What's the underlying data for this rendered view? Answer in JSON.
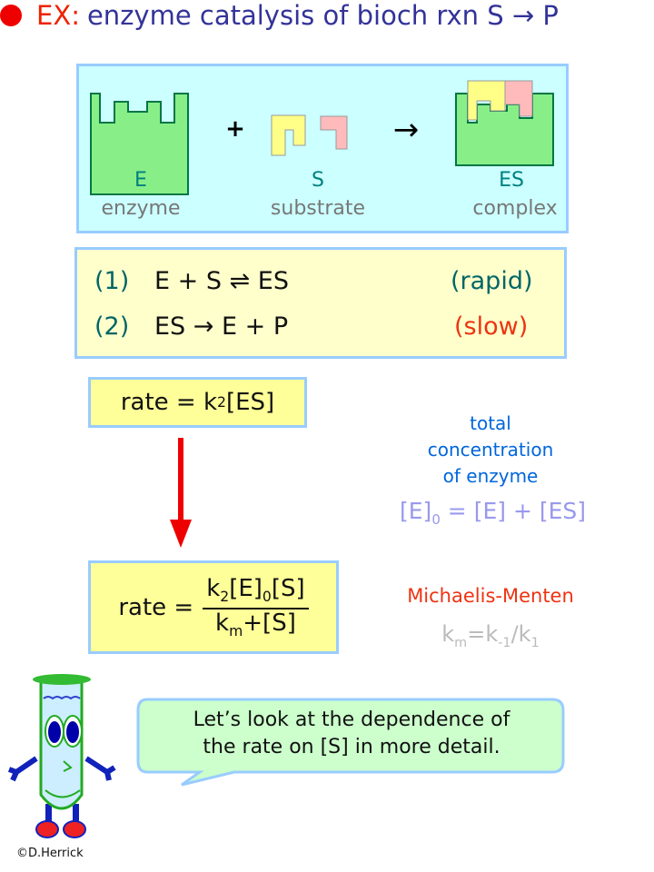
{
  "title": {
    "prefix": "EX:",
    "text": "enzyme catalysis of bioch rxn S → P"
  },
  "diagram": {
    "plus": "+",
    "arrow": "→",
    "E": {
      "symbol": "E",
      "name": "enzyme"
    },
    "S": {
      "symbol": "S",
      "name": "substrate"
    },
    "ES": {
      "symbol": "ES",
      "name": "complex"
    }
  },
  "steps": [
    {
      "num": "(1)",
      "eq": "E + S ⇌ ES",
      "note": "(rapid)"
    },
    {
      "num": "(2)",
      "eq": "ES → E + P",
      "note": "(slow)"
    }
  ],
  "rate1": {
    "lhs": "rate = k",
    "sub": "2",
    "rhs": " [ES]"
  },
  "rate2": {
    "lhs": "rate =",
    "num_a": "k",
    "num_sub1": "2",
    "num_b": "[E]",
    "num_sub2": "0",
    "num_c": "[S]",
    "den_a": "k",
    "den_sub": "m",
    "den_b": "+[S]"
  },
  "side": {
    "total_line1": "total",
    "total_line2": "concentration",
    "total_line3": "of enzyme",
    "e0_a": "[E]",
    "e0_sub": "0",
    "e0_b": " = [E] + [ES]",
    "mm": "Michaelis-Menten",
    "km_a": "k",
    "km_sub1": "m",
    "km_b": "=k",
    "km_sub2": "-1",
    "km_c": "/k",
    "km_sub3": "1"
  },
  "bubble": {
    "line1": "Let’s look at the dependence of",
    "line2": "the rate on [S] in more detail."
  },
  "credit": "©D.Herrick"
}
